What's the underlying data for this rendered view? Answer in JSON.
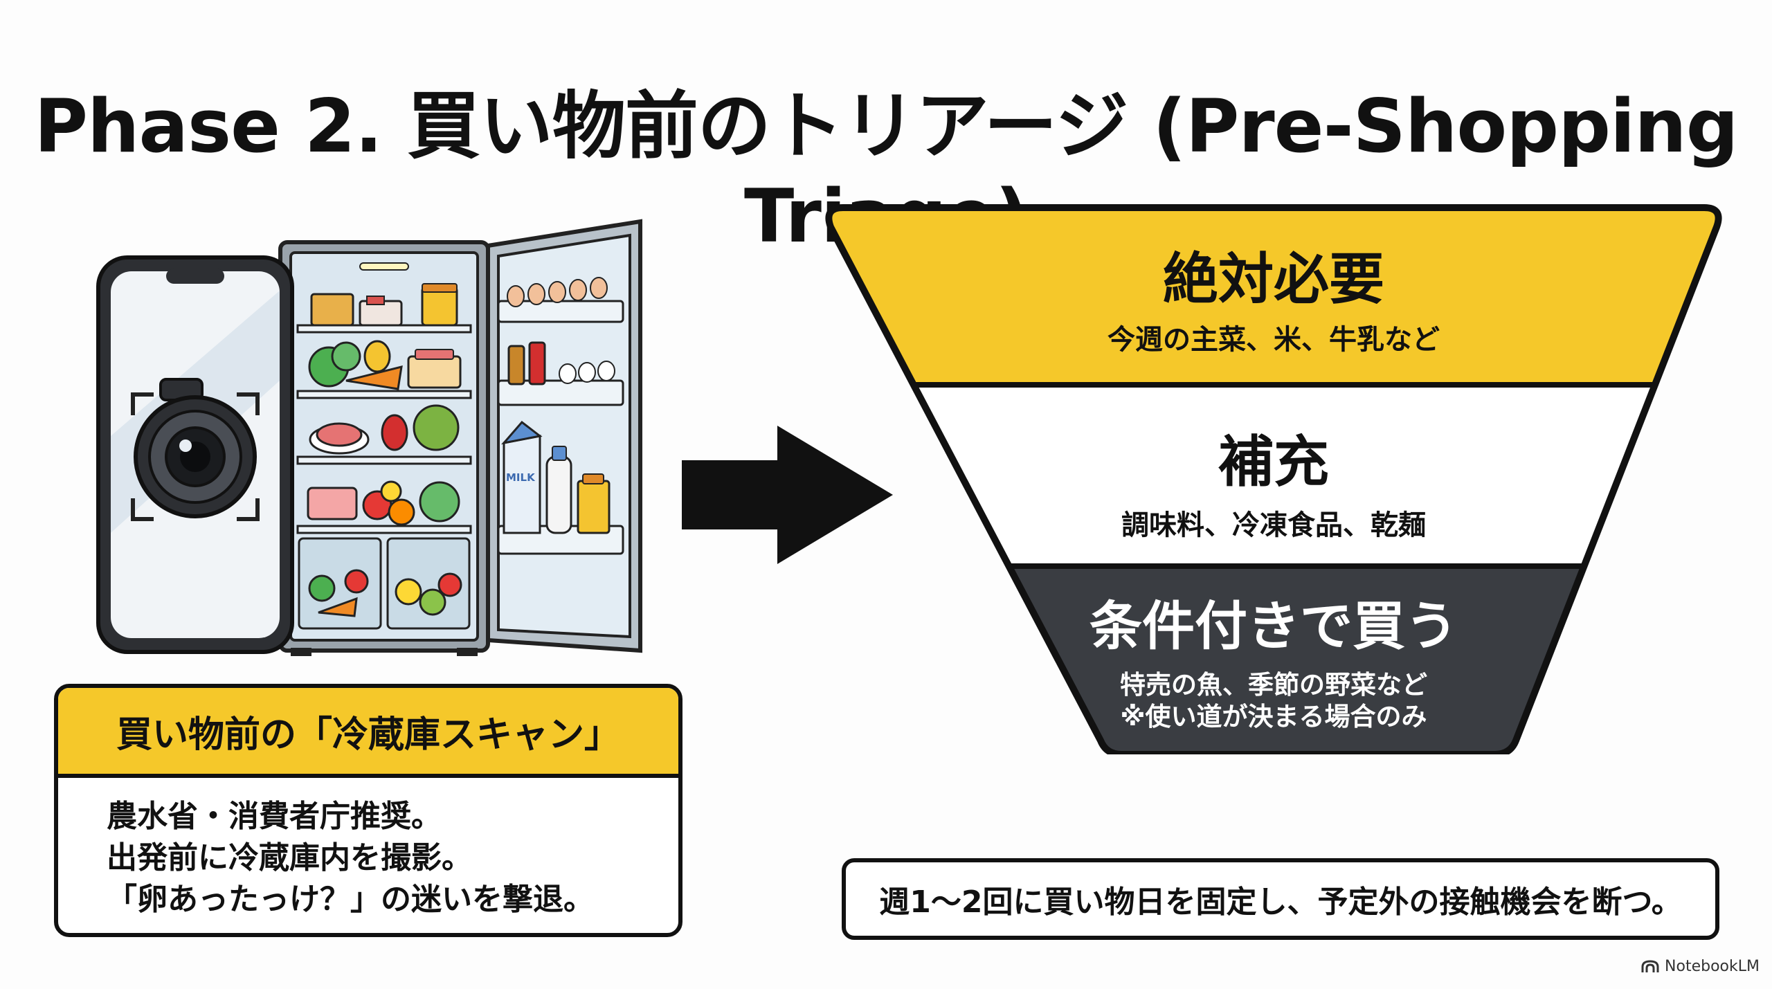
{
  "title": "Phase 2. 買い物前のトリアージ (Pre-Shopping Triage)",
  "illustration": {
    "milk_label": "MILK",
    "icons": [
      "smartphone-icon",
      "camera-icon",
      "refrigerator-icon",
      "arrow-right-icon"
    ]
  },
  "funnel": {
    "tiers": [
      {
        "title": "絶対必要",
        "subtitle": "今週の主菜、米、牛乳など",
        "color": "#f5c82a"
      },
      {
        "title": "補充",
        "subtitle": "調味料、冷凍食品、乾麺",
        "color": "#ffffff"
      },
      {
        "title": "条件付きで買う",
        "subtitle": "特売の魚、季節の野菜など",
        "note": "※使い道が決まる場合のみ",
        "color": "#3a3d42"
      }
    ]
  },
  "scan_box": {
    "header": "買い物前の「冷蔵庫スキャン」",
    "lines": [
      "農水省・消費者庁推奨。",
      "出発前に冷蔵庫内を撮影。",
      "「卵あったっけ？」の迷いを撃退。"
    ]
  },
  "rule_box": {
    "text": "週1〜2回に買い物日を固定し、予定外の接触機会を断つ。"
  },
  "brand": {
    "label": "NotebookLM",
    "icon": "notebooklm-logo-icon"
  }
}
